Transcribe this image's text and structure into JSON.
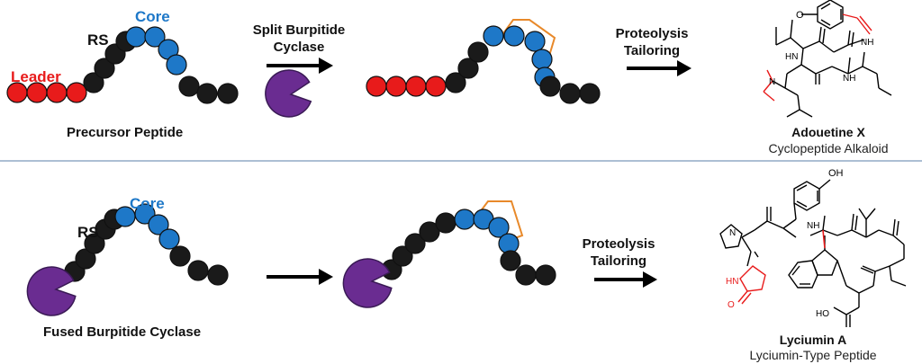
{
  "colors": {
    "leader": "#e81b1b",
    "core": "#1e78c8",
    "rs": "#1a1a1a",
    "enzyme": "#6a2c91",
    "crosslink": "#e8892a",
    "highlight": "#e81b1b",
    "divider": "#5a7fa8"
  },
  "top": {
    "leader_label": "Leader",
    "rs_label": "RS",
    "core_label": "Core",
    "precursor_caption": "Precursor Peptide",
    "enzyme_label_line1": "Split Burpitide",
    "enzyme_label_line2": "Cyclase",
    "step_label_line1": "Proteolysis",
    "step_label_line2": "Tailoring",
    "product_name": "Adouetine X",
    "product_class": "Cyclopeptide Alkaloid",
    "structure_labels": {
      "o": "O",
      "nh1": "NH",
      "nh2": "NH",
      "hn": "HN",
      "n": "N"
    }
  },
  "bottom": {
    "rs_label": "RS",
    "core_label": "Core",
    "enzyme_caption": "Fused Burpitide Cyclase",
    "step_label_line1": "Proteolysis",
    "step_label_line2": "Tailoring",
    "product_name": "Lyciumin A",
    "product_class": "Lyciumin-Type Peptide",
    "structure_labels": {
      "oh": "OH",
      "n": "N",
      "hn": "HN",
      "nh": "NH",
      "o": "O",
      "ho": "HO"
    }
  }
}
